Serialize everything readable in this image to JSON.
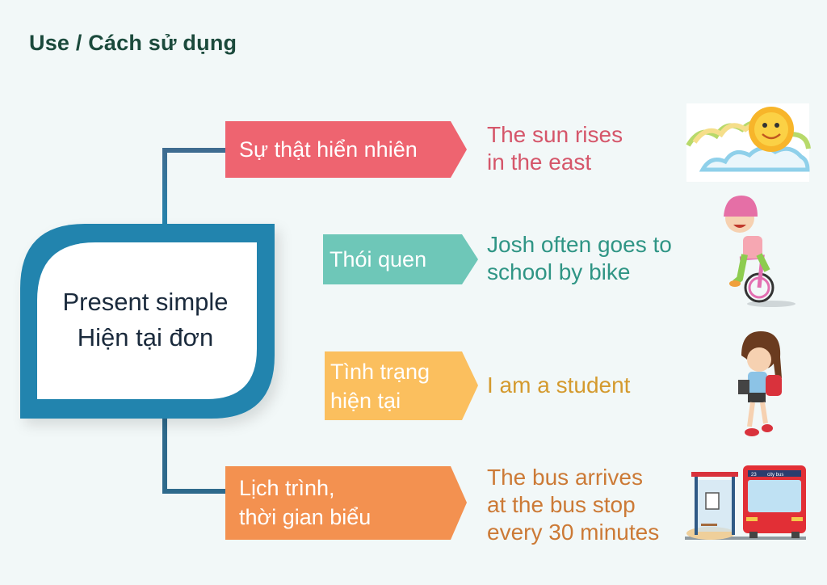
{
  "title": "Use / Cách sử dụng",
  "center": {
    "line1": "Present simple",
    "line2": "Hiện tại đơn",
    "border_color": "#2384ae"
  },
  "branches": [
    {
      "label_lines": [
        "Sự thật hiển nhiên"
      ],
      "color": "#ee6470",
      "example_lines": [
        "The sun rises",
        "in the east"
      ],
      "example_color": "#d5566a",
      "illustration": "sun-clouds-icon"
    },
    {
      "label_lines": [
        "Thói quen"
      ],
      "color": "#6ec7b8",
      "example_lines": [
        "Josh often goes to",
        "school by bike"
      ],
      "example_color": "#2f9585",
      "illustration": "boy-riding-bike-icon"
    },
    {
      "label_lines": [
        "Tình trạng",
        "hiện tại"
      ],
      "color": "#fbbf5e",
      "example_lines": [
        "I am a student"
      ],
      "example_color": "#d49a2e",
      "illustration": "girl-student-icon"
    },
    {
      "label_lines": [
        "Lịch trình,",
        "thời gian biểu"
      ],
      "color": "#f39150",
      "example_lines": [
        "The bus arrives",
        "at the bus stop",
        "every 30 minutes"
      ],
      "example_color": "#cc7a36",
      "illustration": "bus-stop-icon"
    }
  ],
  "bus": {
    "number": "23",
    "sign": "city bus"
  }
}
